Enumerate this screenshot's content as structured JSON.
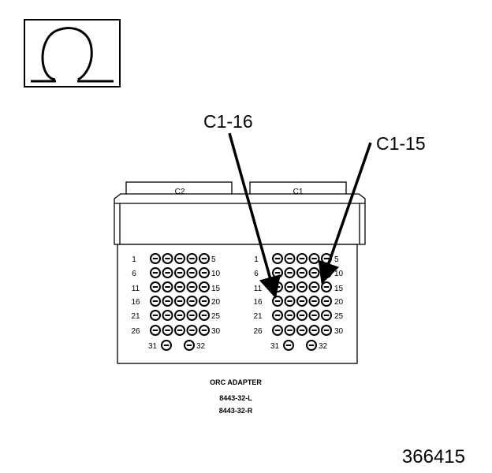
{
  "symbol": {
    "name": "ohm-icon",
    "glyph": "Ω"
  },
  "callouts": [
    {
      "label": "C1-16"
    },
    {
      "label": "C1-15"
    }
  ],
  "connector": {
    "left_tab_label": "C2",
    "right_tab_label": "C1",
    "left_grid": {
      "row_start_labels": [
        "1",
        "6",
        "11",
        "16",
        "21",
        "26"
      ],
      "row_end_labels": [
        "5",
        "10",
        "15",
        "20",
        "25",
        "30"
      ],
      "bottom_start_label": "31",
      "bottom_end_label": "32"
    },
    "right_grid": {
      "row_start_labels": [
        "1",
        "6",
        "11",
        "16",
        "21",
        "26"
      ],
      "row_end_labels": [
        "5",
        "10",
        "15",
        "20",
        "25",
        "30"
      ],
      "bottom_start_label": "31",
      "bottom_end_label": "32"
    }
  },
  "caption": {
    "title": "ORC ADAPTER",
    "part_left": "8443-32-L",
    "part_right": "8443-32-R"
  },
  "figure_number": "366415"
}
